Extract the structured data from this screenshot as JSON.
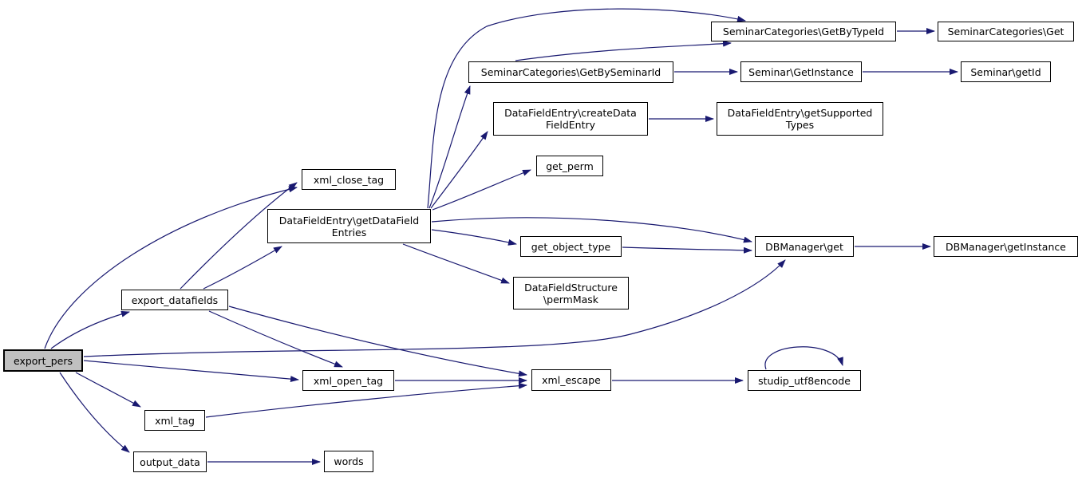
{
  "diagram": {
    "type": "call-graph",
    "root": "export_pers",
    "colors": {
      "edge": "#191970",
      "node_border": "#000000",
      "node_fill": "#ffffff",
      "root_fill": "#c0c0c0"
    }
  },
  "nodes": {
    "export_pers": {
      "label": "export_pers"
    },
    "export_datafields": {
      "label": "export_datafields"
    },
    "xml_close_tag": {
      "label": "xml_close_tag"
    },
    "getdatafieldentries": {
      "label": "DataFieldEntry\\getDataField\nEntries"
    },
    "createdatafieldentry": {
      "label": "DataFieldEntry\\createData\nFieldEntry"
    },
    "getsupportedtypes": {
      "label": "DataFieldEntry\\getSupported\nTypes"
    },
    "get_perm": {
      "label": "get_perm"
    },
    "getbyseminarid": {
      "label": "SeminarCategories\\GetBySeminarId"
    },
    "getbytypeid": {
      "label": "SeminarCategories\\GetByTypeId"
    },
    "seminarcategories_get": {
      "label": "SeminarCategories\\Get"
    },
    "seminar_getinstance": {
      "label": "Seminar\\GetInstance"
    },
    "seminar_getid": {
      "label": "Seminar\\getId"
    },
    "get_object_type": {
      "label": "get_object_type"
    },
    "dbmanager_get": {
      "label": "DBManager\\get"
    },
    "dbmanager_getinstance": {
      "label": "DBManager\\getInstance"
    },
    "permmask": {
      "label": "DataFieldStructure\n\\permMask"
    },
    "xml_open_tag": {
      "label": "xml_open_tag"
    },
    "xml_escape": {
      "label": "xml_escape"
    },
    "studip_utf8encode": {
      "label": "studip_utf8encode"
    },
    "xml_tag": {
      "label": "xml_tag"
    },
    "output_data": {
      "label": "output_data"
    },
    "words": {
      "label": "words"
    }
  },
  "edges": [
    {
      "from": "export_pers",
      "to": "export_datafields"
    },
    {
      "from": "export_pers",
      "to": "xml_close_tag"
    },
    {
      "from": "export_pers",
      "to": "dbmanager_get"
    },
    {
      "from": "export_pers",
      "to": "xml_open_tag"
    },
    {
      "from": "export_pers",
      "to": "xml_tag"
    },
    {
      "from": "export_pers",
      "to": "output_data"
    },
    {
      "from": "export_datafields",
      "to": "xml_close_tag"
    },
    {
      "from": "export_datafields",
      "to": "getdatafieldentries"
    },
    {
      "from": "export_datafields",
      "to": "xml_open_tag"
    },
    {
      "from": "export_datafields",
      "to": "xml_escape"
    },
    {
      "from": "getdatafieldentries",
      "to": "getbytypeid"
    },
    {
      "from": "getdatafieldentries",
      "to": "getbyseminarid"
    },
    {
      "from": "getdatafieldentries",
      "to": "createdatafieldentry"
    },
    {
      "from": "getdatafieldentries",
      "to": "get_perm"
    },
    {
      "from": "getdatafieldentries",
      "to": "get_object_type"
    },
    {
      "from": "getdatafieldentries",
      "to": "dbmanager_get"
    },
    {
      "from": "getdatafieldentries",
      "to": "permmask"
    },
    {
      "from": "getbyseminarid",
      "to": "getbytypeid"
    },
    {
      "from": "getbyseminarid",
      "to": "seminar_getinstance"
    },
    {
      "from": "getbytypeid",
      "to": "seminarcategories_get"
    },
    {
      "from": "seminar_getinstance",
      "to": "seminar_getid"
    },
    {
      "from": "createdatafieldentry",
      "to": "getsupportedtypes"
    },
    {
      "from": "get_object_type",
      "to": "dbmanager_get"
    },
    {
      "from": "dbmanager_get",
      "to": "dbmanager_getinstance"
    },
    {
      "from": "xml_open_tag",
      "to": "xml_escape"
    },
    {
      "from": "xml_tag",
      "to": "xml_escape"
    },
    {
      "from": "xml_escape",
      "to": "studip_utf8encode"
    },
    {
      "from": "studip_utf8encode",
      "to": "studip_utf8encode"
    },
    {
      "from": "output_data",
      "to": "words"
    }
  ]
}
